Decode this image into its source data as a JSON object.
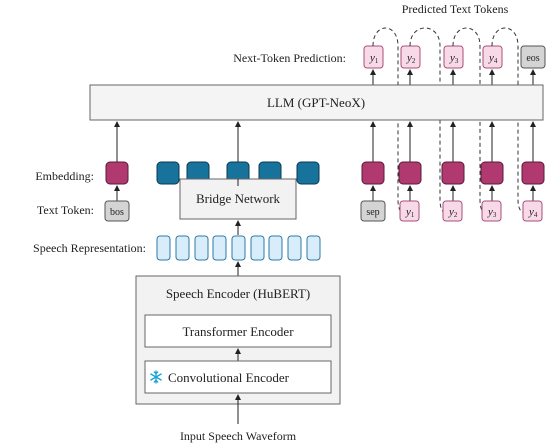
{
  "labels": {
    "predicted_text_tokens": "Predicted Text Tokens",
    "next_token_prediction": "Next-Token Prediction:",
    "llm": "LLM (GPT-NeoX)",
    "embedding": "Embedding:",
    "text_token": "Text Token:",
    "bridge_network": "Bridge Network",
    "speech_representation": "Speech Representation:",
    "speech_encoder": "Speech Encoder (HuBERT)",
    "transformer_encoder": "Transformer Encoder",
    "convolutional_encoder": "Convolutional Encoder",
    "input_speech_waveform": "Input Speech Waveform",
    "frozen_icon": "snowflake-icon"
  },
  "tokens": {
    "bos": "bos",
    "sep": "sep",
    "eos": "eos",
    "y1": "y",
    "y1_sub": "1",
    "y2": "y",
    "y2_sub": "2",
    "y3": "y",
    "y3_sub": "3",
    "y4": "y",
    "y4_sub": "4"
  },
  "colors": {
    "embedding_text": "#b03a70",
    "embedding_speech": "#17739c",
    "speech_rep_fill": "#d9ecf9",
    "speech_rep_stroke": "#2a7aa8",
    "pred_token_fill": "#f8d9e8",
    "pred_token_stroke": "#a8507a",
    "gray_token_fill": "#d4d4d4",
    "llm_fill": "#f4f4f4",
    "encoder_fill": "#f2f2f2",
    "frozen_icon": "#1aa3d6"
  }
}
